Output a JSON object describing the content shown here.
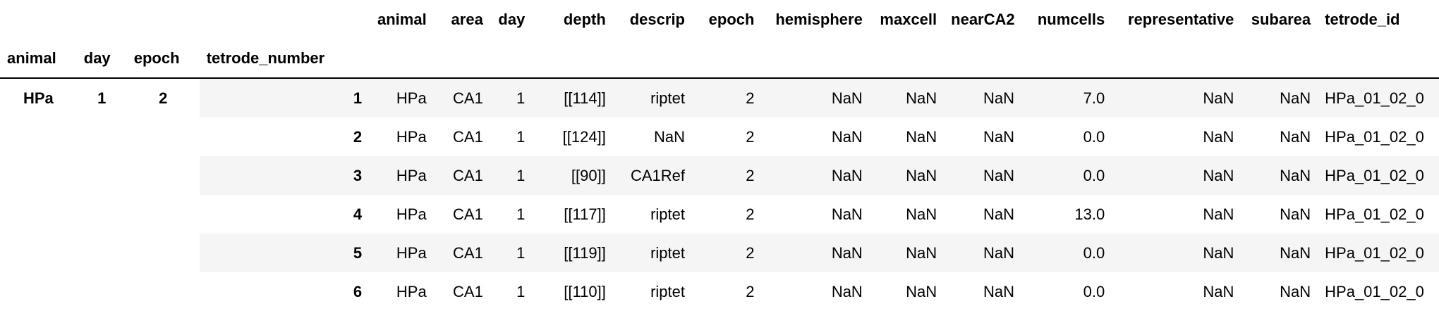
{
  "columns": [
    "animal",
    "area",
    "day",
    "depth",
    "descrip",
    "epoch",
    "hemisphere",
    "maxcell",
    "nearCA2",
    "numcells",
    "representative",
    "subarea",
    "tetrode_id"
  ],
  "index_names": [
    "animal",
    "day",
    "epoch",
    "tetrode_number"
  ],
  "group_index": {
    "animal": "HPa",
    "day": "1",
    "epoch": "2"
  },
  "rows": [
    {
      "tetrode_number": "1",
      "animal": "HPa",
      "area": "CA1",
      "day": "1",
      "depth": "[[114]]",
      "descrip": "riptet",
      "epoch": "2",
      "hemisphere": "NaN",
      "maxcell": "NaN",
      "nearCA2": "NaN",
      "numcells": "7.0",
      "representative": "NaN",
      "subarea": "NaN",
      "tetrode_id": "HPa_01_02_0"
    },
    {
      "tetrode_number": "2",
      "animal": "HPa",
      "area": "CA1",
      "day": "1",
      "depth": "[[124]]",
      "descrip": "NaN",
      "epoch": "2",
      "hemisphere": "NaN",
      "maxcell": "NaN",
      "nearCA2": "NaN",
      "numcells": "0.0",
      "representative": "NaN",
      "subarea": "NaN",
      "tetrode_id": "HPa_01_02_0"
    },
    {
      "tetrode_number": "3",
      "animal": "HPa",
      "area": "CA1",
      "day": "1",
      "depth": "[[90]]",
      "descrip": "CA1Ref",
      "epoch": "2",
      "hemisphere": "NaN",
      "maxcell": "NaN",
      "nearCA2": "NaN",
      "numcells": "0.0",
      "representative": "NaN",
      "subarea": "NaN",
      "tetrode_id": "HPa_01_02_0"
    },
    {
      "tetrode_number": "4",
      "animal": "HPa",
      "area": "CA1",
      "day": "1",
      "depth": "[[117]]",
      "descrip": "riptet",
      "epoch": "2",
      "hemisphere": "NaN",
      "maxcell": "NaN",
      "nearCA2": "NaN",
      "numcells": "13.0",
      "representative": "NaN",
      "subarea": "NaN",
      "tetrode_id": "HPa_01_02_0"
    },
    {
      "tetrode_number": "5",
      "animal": "HPa",
      "area": "CA1",
      "day": "1",
      "depth": "[[119]]",
      "descrip": "riptet",
      "epoch": "2",
      "hemisphere": "NaN",
      "maxcell": "NaN",
      "nearCA2": "NaN",
      "numcells": "0.0",
      "representative": "NaN",
      "subarea": "NaN",
      "tetrode_id": "HPa_01_02_0"
    },
    {
      "tetrode_number": "6",
      "animal": "HPa",
      "area": "CA1",
      "day": "1",
      "depth": "[[110]]",
      "descrip": "riptet",
      "epoch": "2",
      "hemisphere": "NaN",
      "maxcell": "NaN",
      "nearCA2": "NaN",
      "numcells": "0.0",
      "representative": "NaN",
      "subarea": "NaN",
      "tetrode_id": "HPa_01_02_0"
    }
  ]
}
